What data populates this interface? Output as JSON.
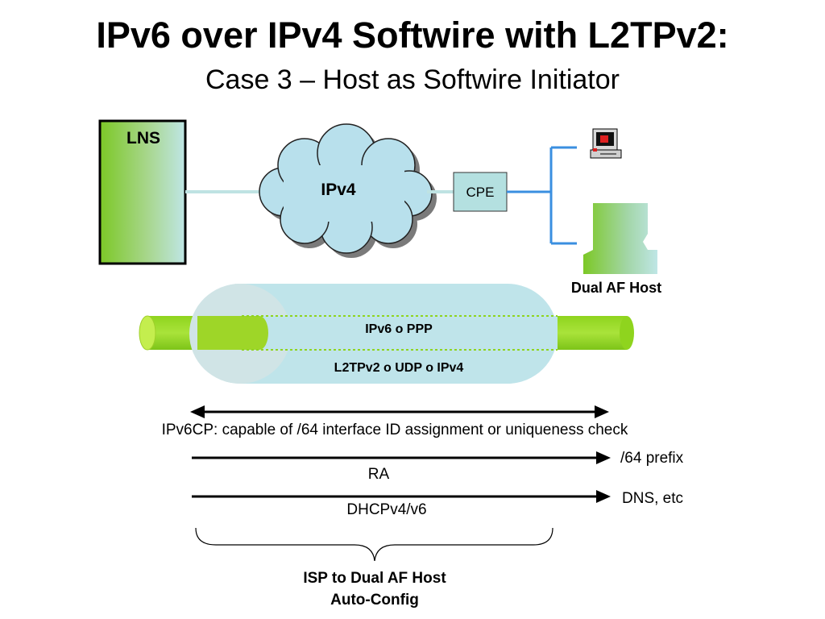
{
  "slide": {
    "title": "IPv6 over IPv4 Softwire with L2TPv2:",
    "subtitle": "Case 3 – Host as Softwire Initiator"
  },
  "diagram": {
    "lns_label": "LNS",
    "cloud_label": "IPv4",
    "cpe_label": "CPE",
    "host_label": "Dual AF Host",
    "tunnel_inner_label": "IPv6 o PPP",
    "tunnel_outer_label": "L2TPv2 o UDP o IPv4"
  },
  "flows": {
    "ipv6cp_label": "IPv6CP: capable of /64 interface ID assignment or uniqueness check",
    "ra_label": "RA",
    "ra_result": "/64 prefix",
    "dhcp_label": "DHCPv4/v6",
    "dhcp_result": "DNS, etc",
    "brace_label_line1": "ISP to Dual AF Host",
    "brace_label_line2": "Auto-Config"
  },
  "colors": {
    "green_light": "#a8dc3c",
    "green_dark": "#6fc020",
    "teal_box": "#b4e0e0",
    "cloud_fill": "#b8e0ec",
    "link_blue": "#3a8fe0",
    "tunnel_fill": "#bfe4ea"
  }
}
